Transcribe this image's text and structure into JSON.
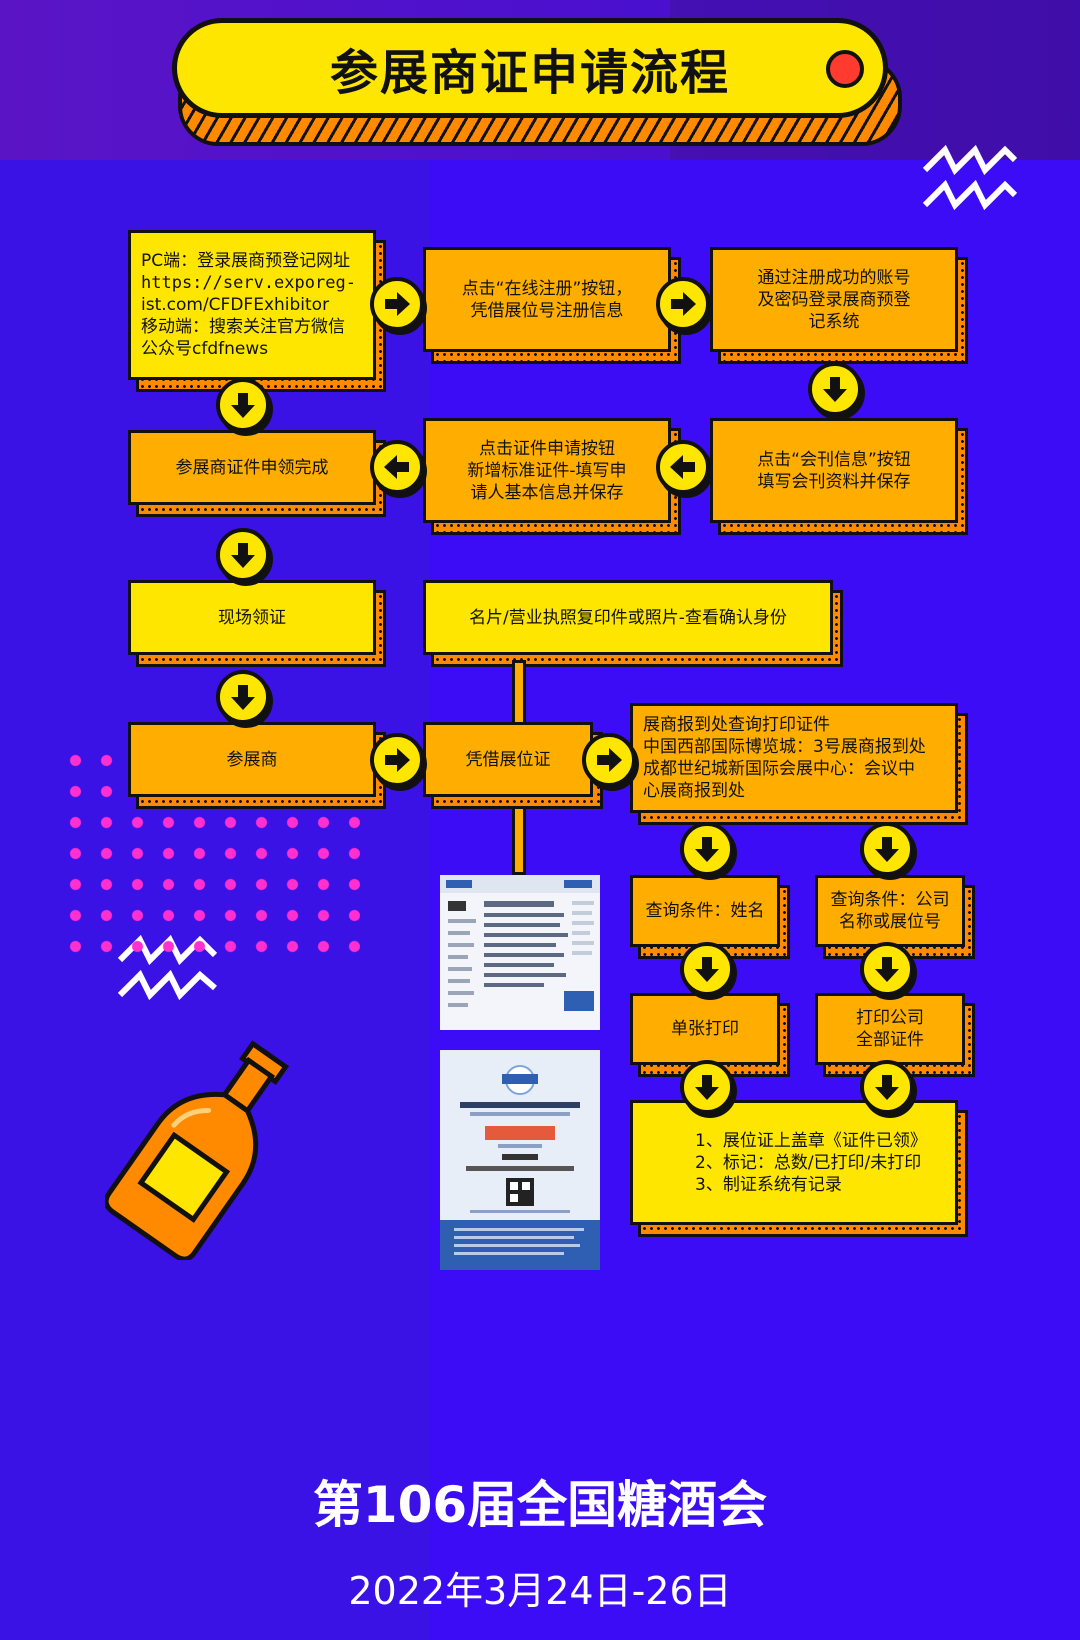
{
  "title": "参展商证申请流程",
  "steps": {
    "s1": [
      "PC端：登录展商预登记网址",
      "https://serv.exporeg-",
      "ist.com/CFDFExhibitor",
      "移动端：搜索关注官方微信",
      "公众号cfdfnews"
    ],
    "s2": [
      "点击“在线注册”按钮，",
      "凭借展位号注册信息"
    ],
    "s3": [
      "通过注册成功的账号",
      "及密码登录展商预登",
      "记系统"
    ],
    "s4": [
      "点击“会刊信息”按钮",
      "填写会刊资料并保存"
    ],
    "s5": [
      "点击证件申请按钮",
      "新增标准证件-填写申",
      "请人基本信息并保存"
    ],
    "s6": "参展商证件申领完成",
    "s7": "现场领证",
    "s8": "名片/营业执照复印件或照片-查看确认身份",
    "s9": "参展商",
    "s10": "凭借展位证",
    "s11": [
      "展商报到处查询打印证件",
      "中国西部国际博览城：3号展商报到处",
      "成都世纪城新国际会展中心：会议中",
      "心展商报到处"
    ],
    "s12": "查询条件：姓名",
    "s13": [
      "查询条件：公司",
      "名称或展位号"
    ],
    "s14": "单张打印",
    "s15": [
      "打印公司",
      "全部证件"
    ],
    "s16": [
      "1、展位证上盖章《证件已领》",
      "2、标记：总数/已打印/未打印",
      "3、制证系统有记录"
    ]
  },
  "footer": {
    "event": "第106届全国糖酒会",
    "date": "2022年3月24日-26日"
  },
  "colors": {
    "background": "#3b10f0",
    "box_yellow": "#ffe600",
    "box_orange": "#ffae00",
    "depth": "#ff8a00",
    "dots": "#ff2fd0",
    "title_dot": "#ff3b30"
  }
}
